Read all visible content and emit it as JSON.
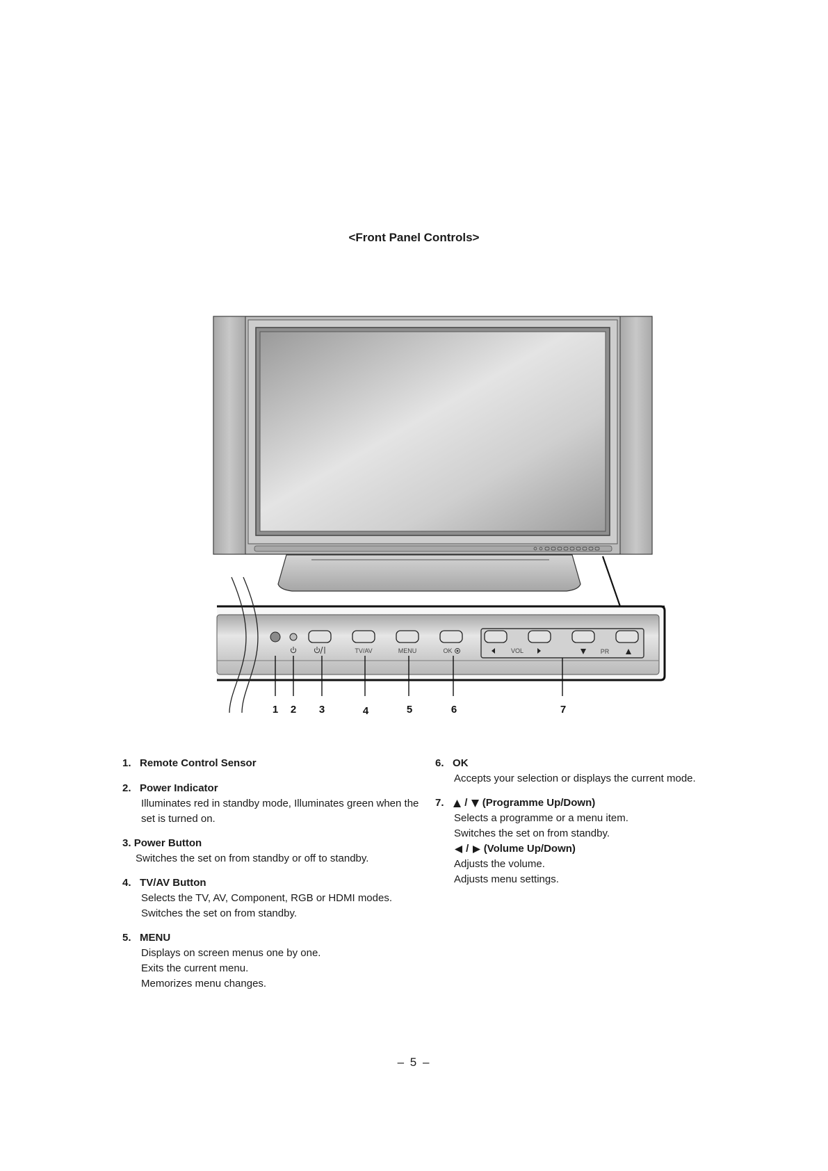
{
  "page": {
    "title": "<Front Panel Controls>",
    "page_number": "– 5 –"
  },
  "panel": {
    "btn_tvav": "TV/AV",
    "btn_menu": "MENU",
    "btn_ok": "OK",
    "vol": "VOL",
    "pr": "PR",
    "callouts": [
      "1",
      "2",
      "3",
      "4",
      "5",
      "6",
      "7"
    ]
  },
  "items": {
    "i1": {
      "num": "1.",
      "title": "Remote Control Sensor"
    },
    "i2": {
      "num": "2.",
      "title": "Power Indicator",
      "l1": "Illuminates red in standby mode, Illuminates green when the",
      "l2": "set is turned on."
    },
    "i3": {
      "num": "3.",
      "title": "Power Button",
      "l1": "Switches the set on from standby or off to standby."
    },
    "i4": {
      "num": "4.",
      "title": "TV/AV Button",
      "l1": "Selects the TV, AV, Component, RGB or HDMI modes.",
      "l2": "Switches the set on from standby."
    },
    "i5": {
      "num": "5.",
      "title": "MENU",
      "l1": "Displays on screen menus one by one.",
      "l2": "Exits the current menu.",
      "l3": "Memorizes menu changes."
    },
    "i6": {
      "num": "6.",
      "title": "OK",
      "l1": "Accepts your selection or displays the current mode."
    },
    "i7": {
      "num": "7.",
      "sep": "/",
      "title": "(Programme Up/Down)",
      "l1": "Selects a programme or a menu item.",
      "l2": "Switches the set on from standby.",
      "title2": "(Volume Up/Down)",
      "l3": "Adjusts the volume.",
      "l4": "Adjusts menu settings."
    }
  },
  "icons": [
    "up-triangle-icon",
    "down-triangle-icon",
    "left-triangle-icon",
    "right-triangle-icon",
    "power-icon",
    "target-icon"
  ],
  "colors": {
    "ink": "#1a1a1a",
    "panel_gray": "#c9c9c9",
    "dark_gray": "#8f8f8f"
  }
}
